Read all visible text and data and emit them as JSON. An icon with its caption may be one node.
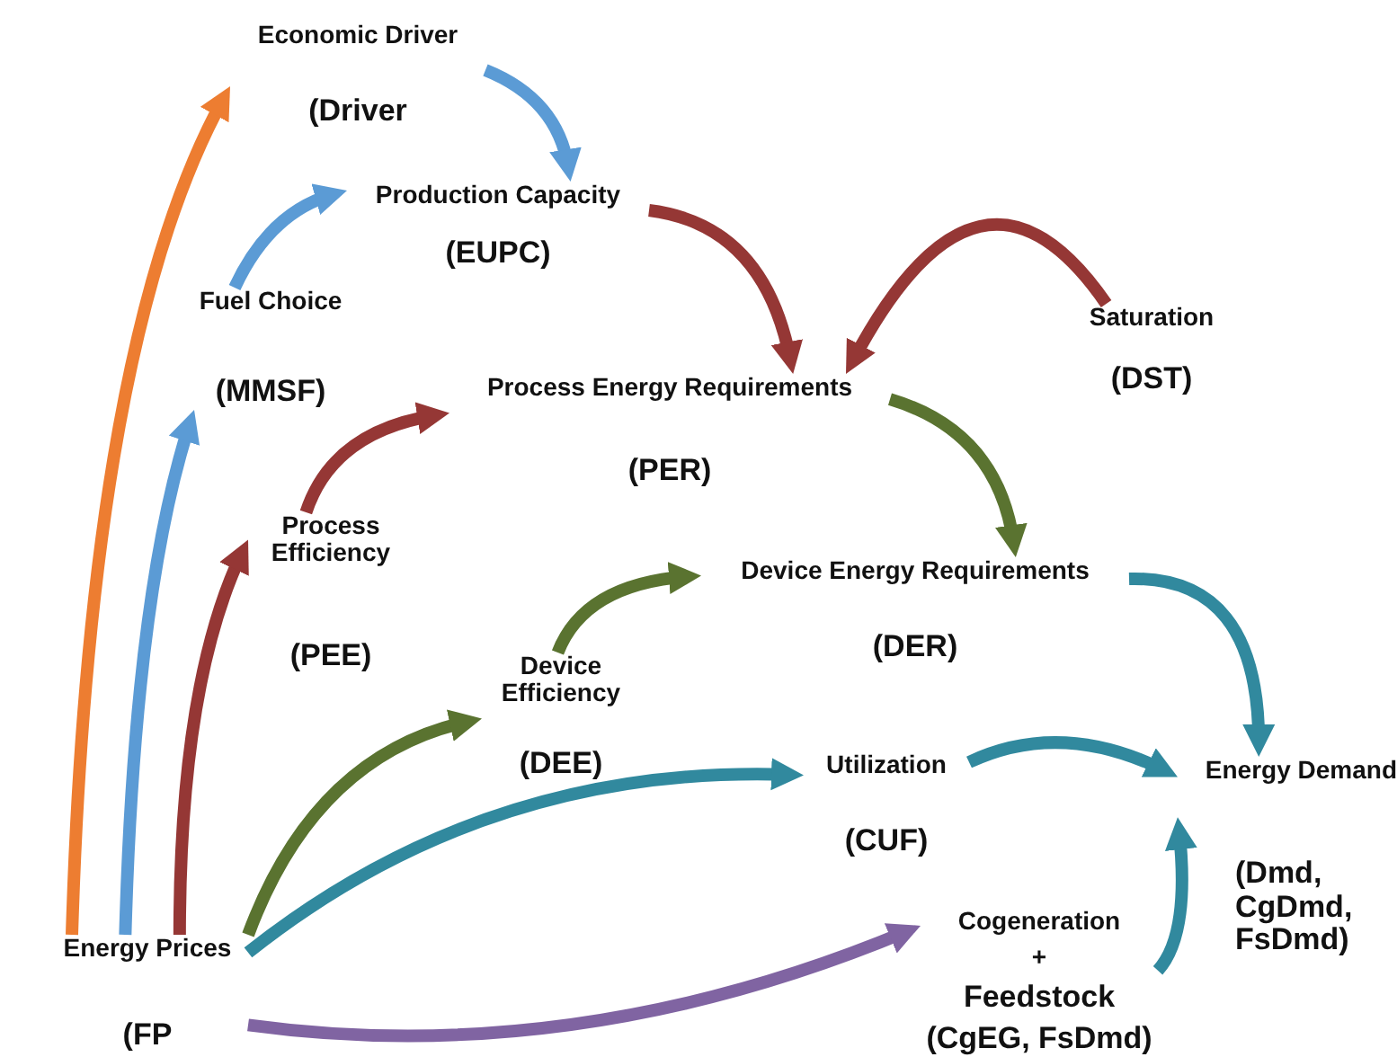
{
  "diagram": {
    "nodes": [
      {
        "text": [
          "Economic Driver",
          "(Driver"
        ]
      },
      {
        "text": [
          "Production Capacity",
          "(EUPC)"
        ]
      },
      {
        "text": [
          "Fuel Choice",
          "(MMSF)"
        ]
      },
      {
        "text": [
          "Saturation",
          "(DST)"
        ]
      },
      {
        "text": [
          "Process Energy Requirements",
          "(PER)"
        ]
      },
      {
        "text": [
          "Process Efficiency",
          "(PEE)"
        ]
      },
      {
        "text": [
          "Device Energy Requirements",
          "(DER)"
        ]
      },
      {
        "text": [
          "Device Efficiency",
          "(DEE)"
        ]
      },
      {
        "text": [
          "Utilization",
          "(CUF)"
        ]
      },
      {
        "text": [
          "Energy Demand",
          "(Dmd, CgDmd, FsDmd)"
        ]
      },
      {
        "text": [
          "Energy Prices",
          "(FP"
        ]
      },
      {
        "text": [
          "Cogeneration",
          "+",
          "Feedstock",
          "(CgEG, FsDmd)"
        ]
      }
    ],
    "edges": [
      {
        "from": 10,
        "to": 0,
        "arrow": "to",
        "color": "#ed7d31"
      },
      {
        "from": 10,
        "to": 2,
        "arrow": "to",
        "color": "#5b9bd5"
      },
      {
        "from": 2,
        "to": 1,
        "arrow": "to",
        "color": "#5b9bd5"
      },
      {
        "from": 0,
        "to": 1,
        "arrow": "to",
        "color": "#5b9bd5"
      },
      {
        "from": 1,
        "to": 4,
        "arrow": "to",
        "color": "#953735"
      },
      {
        "from": 3,
        "to": 4,
        "arrow": "to",
        "color": "#953735"
      },
      {
        "from": 10,
        "to": 5,
        "arrow": "to",
        "color": "#953735"
      },
      {
        "from": 5,
        "to": 4,
        "arrow": "to",
        "color": "#953735"
      },
      {
        "from": 4,
        "to": 6,
        "arrow": "to",
        "color": "#5a7330"
      },
      {
        "from": 10,
        "to": 7,
        "arrow": "to",
        "color": "#5a7330"
      },
      {
        "from": 7,
        "to": 6,
        "arrow": "to",
        "color": "#5a7330"
      },
      {
        "from": 10,
        "to": 8,
        "arrow": "to",
        "color": "#31899e"
      },
      {
        "from": 8,
        "to": 9,
        "arrow": "to",
        "color": "#31899e"
      },
      {
        "from": 6,
        "to": 9,
        "arrow": "to",
        "color": "#31899e"
      },
      {
        "from": 10,
        "to": 11,
        "arrow": "to",
        "color": "#8064a2"
      },
      {
        "from": 11,
        "to": 9,
        "arrow": "to",
        "color": "#31899e"
      }
    ]
  }
}
